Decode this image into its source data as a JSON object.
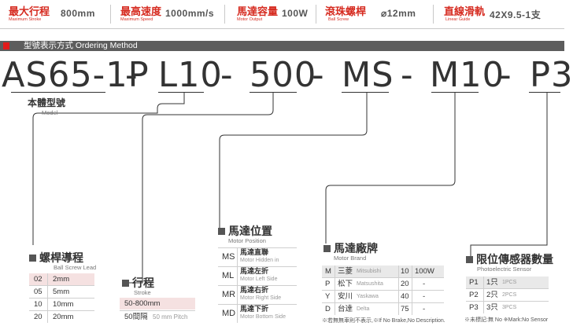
{
  "specs": [
    {
      "zh": "最大行程",
      "en": "Maximum Stroke",
      "value": "800mm"
    },
    {
      "zh": "最高速度",
      "en": "Maximum Speed",
      "value": "1000mm/s"
    },
    {
      "zh": "馬達容量",
      "en": "Motor Output",
      "value": "100W"
    },
    {
      "zh": "滾珠螺桿",
      "en": "Ball Screw",
      "value": "⌀12mm"
    },
    {
      "zh": "直線滑軌",
      "en": "Linear Guide",
      "value": "42X9.5-1支"
    }
  ],
  "section_title": "型號表示方式  Ordering Method",
  "code": {
    "parts": [
      "AS65-1P",
      "L10",
      "500",
      "MS",
      "M10",
      "P3"
    ],
    "sep": "-"
  },
  "model": {
    "zh": "本體型號",
    "en": "Model"
  },
  "lead": {
    "zh": "螺桿導程",
    "en": "Ball Screw Lead",
    "rows": [
      [
        "02",
        "2mm"
      ],
      [
        "05",
        "5mm"
      ],
      [
        "10",
        "10mm"
      ],
      [
        "20",
        "20mm"
      ]
    ]
  },
  "stroke": {
    "zh": "行程",
    "en": "Stroke",
    "range": "50-800mm",
    "pitch_zh": "50間隔",
    "pitch_en": "50 mm Pitch"
  },
  "motor_position": {
    "zh": "馬達位置",
    "en": "Motor Position",
    "rows": [
      {
        "code": "MS",
        "zh": "馬達直聯",
        "en": "Motor Hidden in"
      },
      {
        "code": "ML",
        "zh": "馬達左折",
        "en": "Motor Left Side"
      },
      {
        "code": "MR",
        "zh": "馬達右折",
        "en": "Motor Right Side"
      },
      {
        "code": "MD",
        "zh": "馬達下折",
        "en": "Motor Bottom Side"
      }
    ]
  },
  "motor_brand": {
    "zh": "馬達廠牌",
    "en": "Motor Brand",
    "rows": [
      {
        "code": "M",
        "zh": "三菱",
        "en": "Mitsubishi",
        "n": "10",
        "w": "100W"
      },
      {
        "code": "P",
        "zh": "松下",
        "en": "Matsushita",
        "n": "20",
        "w": "-"
      },
      {
        "code": "Y",
        "zh": "安川",
        "en": "Yaskawa",
        "n": "40",
        "w": "-"
      },
      {
        "code": "D",
        "zh": "台達",
        "en": "Delta",
        "n": "75",
        "w": "-"
      }
    ],
    "note": "※若無無車則不表示,※If No Brake,No Description."
  },
  "sensor": {
    "zh": "限位傳感器數量",
    "en": "Photoelectric Sensor",
    "rows": [
      {
        "code": "P1",
        "zh": "1只",
        "en": "1PCS"
      },
      {
        "code": "P2",
        "zh": "2只",
        "en": "2PCS"
      },
      {
        "code": "P3",
        "zh": "3只",
        "en": "3PCS"
      }
    ],
    "note": "※未標記:無 No ※Mark:No Sensor"
  }
}
